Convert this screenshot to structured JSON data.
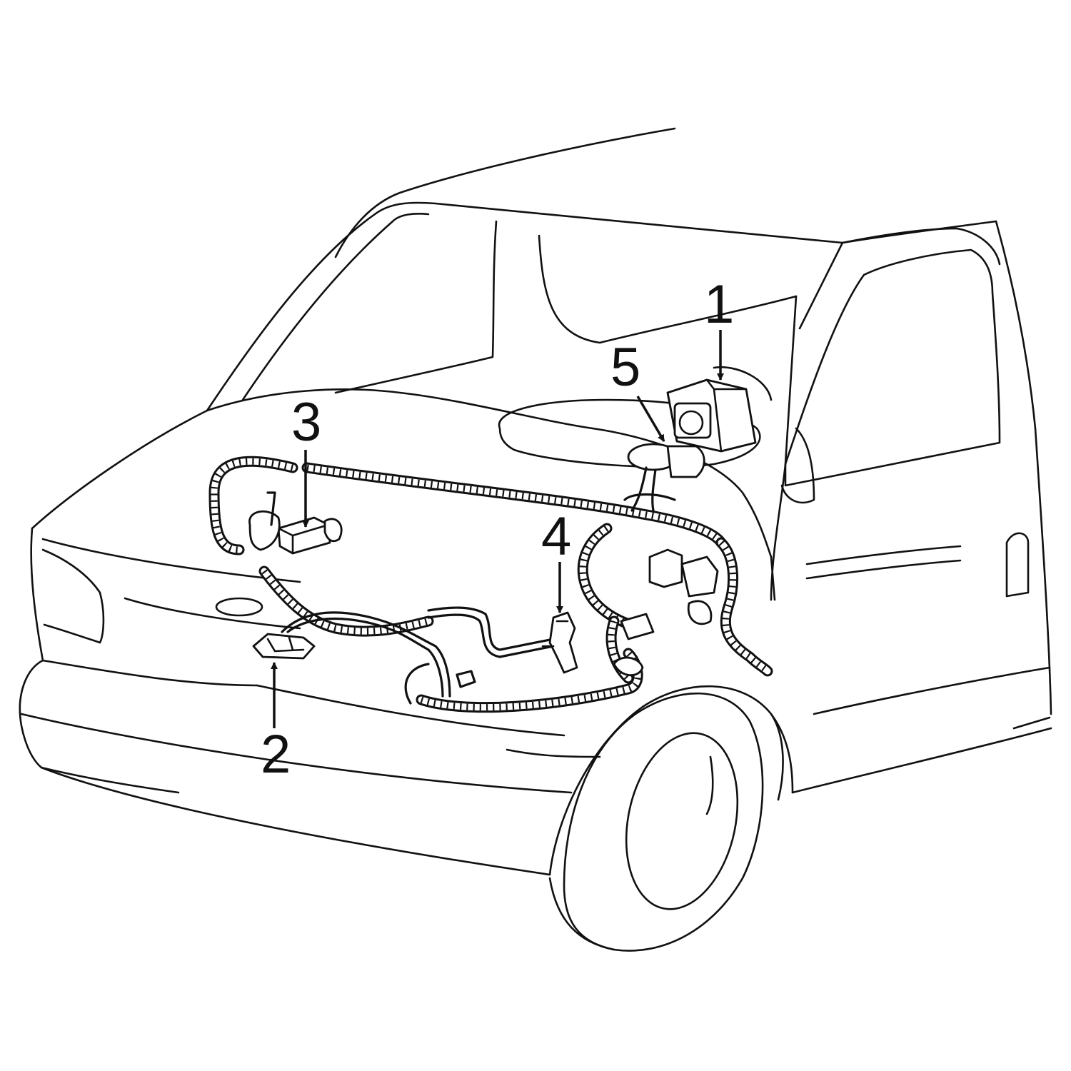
{
  "diagram": {
    "subject": "van-front-abs-wiring",
    "callouts": [
      {
        "id": "1",
        "label": "1"
      },
      {
        "id": "2",
        "label": "2"
      },
      {
        "id": "3",
        "label": "3"
      },
      {
        "id": "4",
        "label": "4"
      },
      {
        "id": "5",
        "label": "5"
      }
    ],
    "colors": {
      "line": "#111111",
      "background": "#ffffff"
    }
  }
}
